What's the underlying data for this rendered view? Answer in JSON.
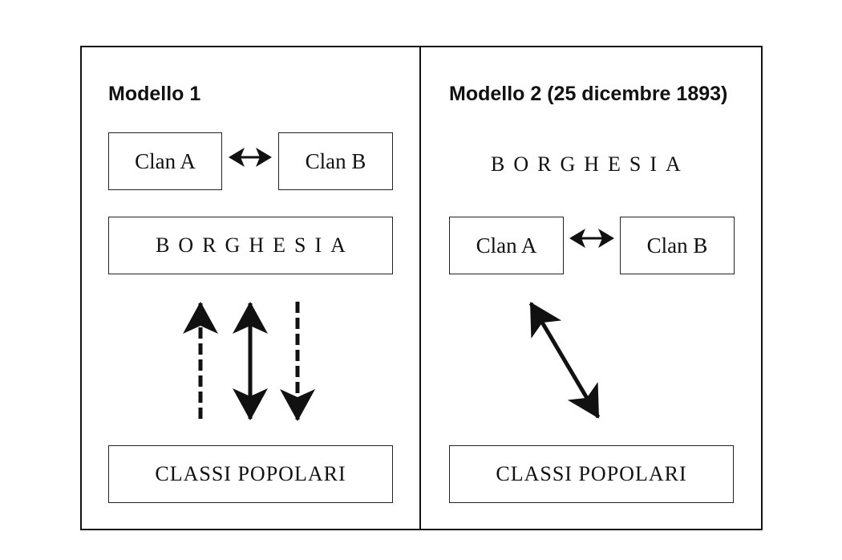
{
  "left_panel": {
    "title": "Modello 1",
    "clan_a": "Clan A",
    "clan_b": "Clan B",
    "clan_link": "↔",
    "borghesia": "BORGHESIA",
    "classi_popolari": "CLASSI POPOLARI",
    "arrows": [
      "dashed-up",
      "solid-double",
      "dashed-down"
    ]
  },
  "right_panel": {
    "title": "Modello 2 (25 dicembre 1893)",
    "borghesia": "BORGHESIA",
    "clan_a": "Clan A",
    "clan_b": "Clan B",
    "clan_link": "↔",
    "classi_popolari": "CLASSI POPOLARI",
    "arrows": [
      "solid-double-diagonal"
    ]
  }
}
